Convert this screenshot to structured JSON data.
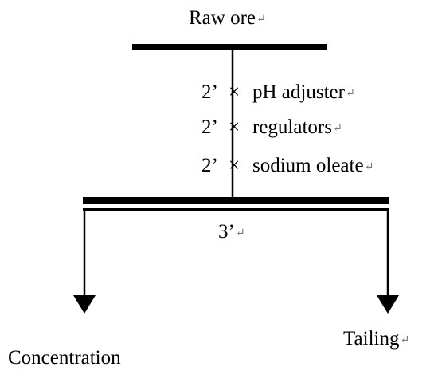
{
  "feed": {
    "label": "Raw ore",
    "mark": "↵"
  },
  "stage": {
    "additions": [
      {
        "time": "2’",
        "op": "×",
        "reagent": "pH adjuster",
        "mark": "↵"
      },
      {
        "time": "2’",
        "op": "×",
        "reagent": "regulators",
        "mark": "↵"
      },
      {
        "time": "2’",
        "op": "×",
        "reagent": "sodium oleate",
        "mark": "↵"
      }
    ],
    "flotation_time": "3’",
    "flotation_mark": "↵"
  },
  "products": {
    "concentrate": {
      "label": "Concentration",
      "mark": ""
    },
    "tailing": {
      "label": "Tailing",
      "mark": "↵"
    }
  },
  "colors": {
    "line": "#000000",
    "paragraph_mark": "#777777"
  }
}
